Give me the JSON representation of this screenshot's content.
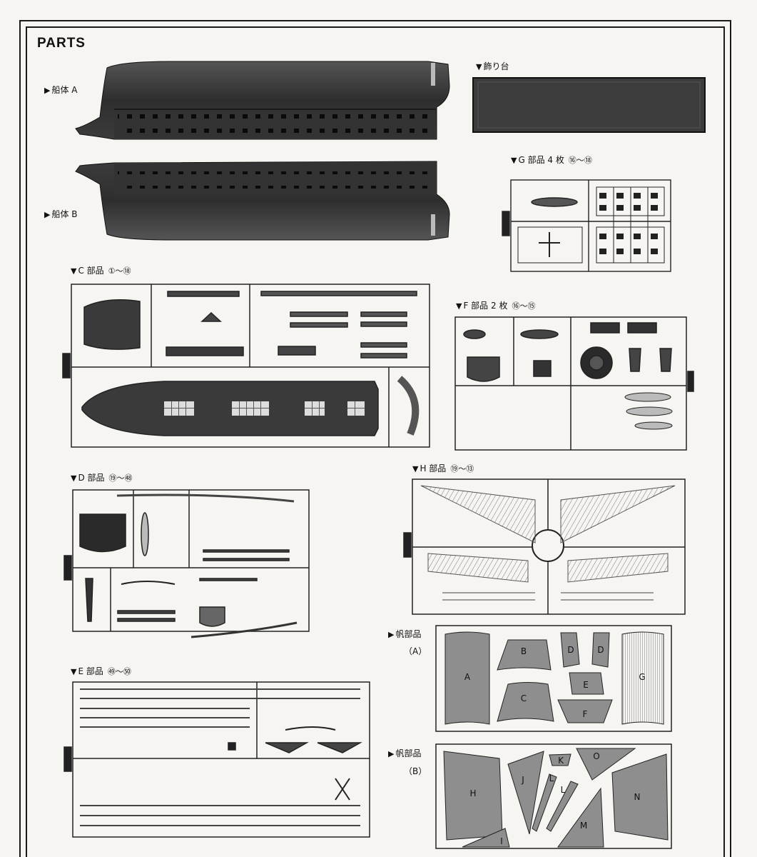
{
  "title": "PARTS",
  "labels": {
    "hull_a": {
      "marker": "▶",
      "name": "船体 A"
    },
    "hull_b": {
      "marker": "▶",
      "name": "船体 B"
    },
    "stand": {
      "marker": "▼",
      "name": "飾り台"
    },
    "g_parts": {
      "marker": "▼",
      "name": "G 部品 4 枚",
      "range": "⑯～⑱"
    },
    "c_parts": {
      "marker": "▼",
      "name": "C 部品",
      "range": "①～⑱"
    },
    "f_parts": {
      "marker": "▼",
      "name": "F 部品 2 枚",
      "range": "⑯～⑮"
    },
    "d_parts": {
      "marker": "▼",
      "name": "D 部品",
      "range": "⑲～㊽"
    },
    "h_parts": {
      "marker": "▼",
      "name": "H 部品",
      "range": "⑲～⑬"
    },
    "e_parts": {
      "marker": "▼",
      "name": "E 部品",
      "range": "㊾～㊿"
    },
    "sail_a": {
      "marker": "▶",
      "name": "帆部品",
      "sub": "（A）"
    },
    "sail_b": {
      "marker": "▶",
      "name": "帆部品",
      "sub": "（B）"
    }
  },
  "sails_a": [
    "A",
    "B",
    "C",
    "D",
    "D",
    "E",
    "F",
    "G"
  ],
  "sails_b": [
    "H",
    "I",
    "J",
    "K",
    "L",
    "L",
    "M",
    "N",
    "O"
  ],
  "colors": {
    "hull": "#3a3a3a",
    "sail": "#8e8e8e",
    "sprue": "#2a2a2a",
    "stand": "#3c3c3c"
  }
}
